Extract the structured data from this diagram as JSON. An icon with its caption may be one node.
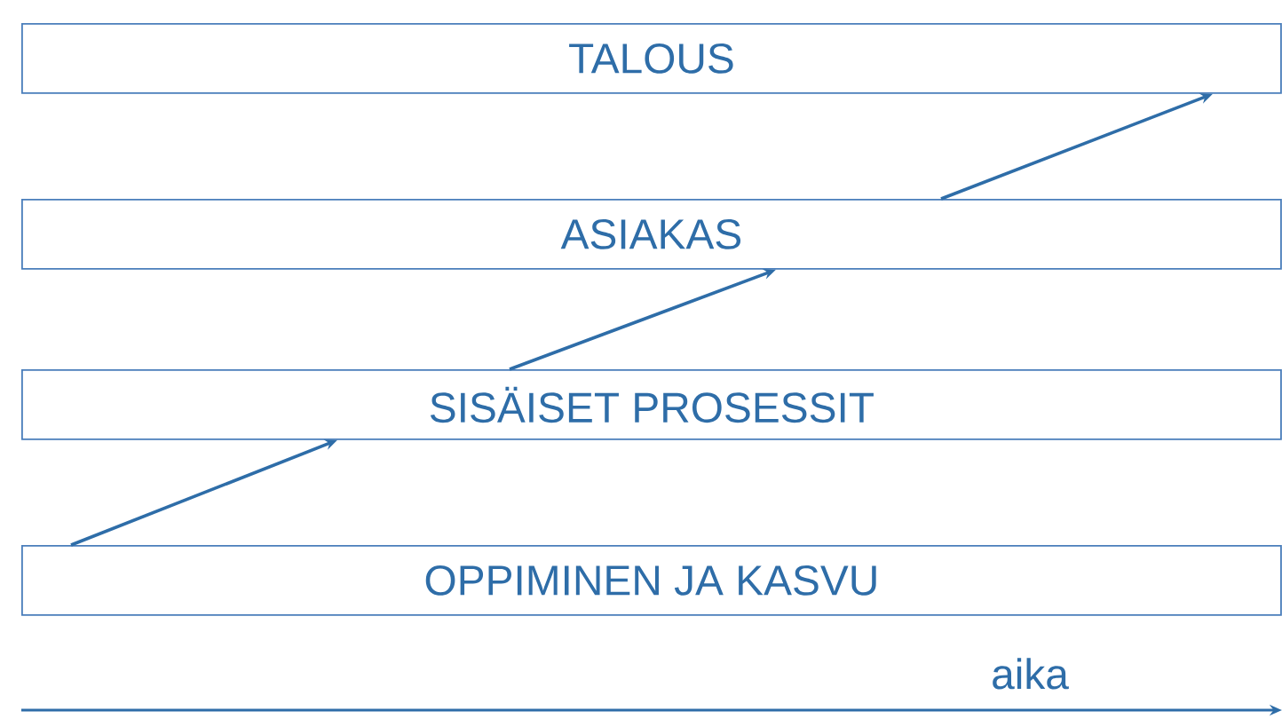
{
  "diagram": {
    "nodes": [
      {
        "text": [
          "TALOUS"
        ]
      },
      {
        "text": [
          "ASIAKAS"
        ]
      },
      {
        "text": [
          "SISÄISET PROSESSIT"
        ]
      },
      {
        "text": [
          "OPPIMINEN JA KASVU"
        ]
      }
    ],
    "edges": [
      {
        "from": 3,
        "to": 2,
        "arrow": "to"
      },
      {
        "from": 2,
        "to": 1,
        "arrow": "to"
      },
      {
        "from": 1,
        "to": 0,
        "arrow": "to"
      }
    ],
    "labels": [
      "aika"
    ]
  }
}
